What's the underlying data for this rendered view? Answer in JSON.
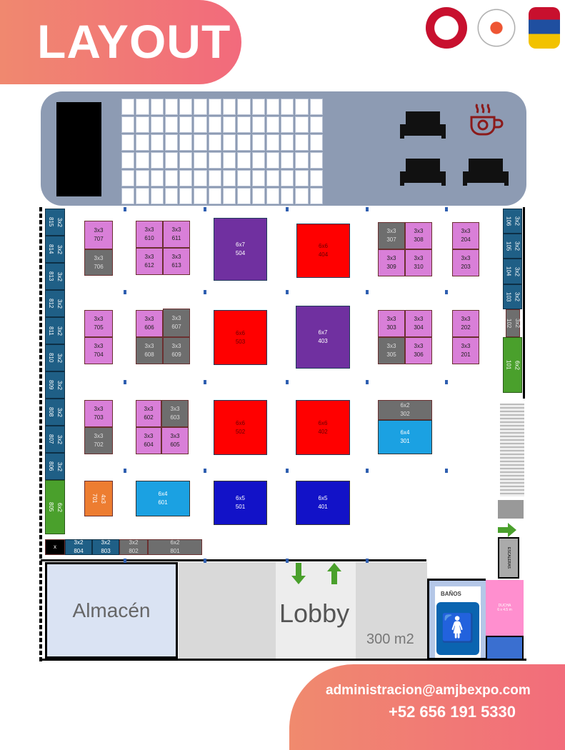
{
  "header": {
    "title": "LAYOUT"
  },
  "logos": [
    "Heroico Cuerpo de Bomberos Ciudad Juárez",
    "Bomberos emblem",
    "Escudo Ciudad Juárez"
  ],
  "colors": {
    "pink": "#d97fd8",
    "gray": "#6e6e6e",
    "purple": "#7030a0",
    "red": "#ff0000",
    "light_blue": "#1ba1e2",
    "dark_blue": "#1212c8",
    "orange": "#ed7d31",
    "green": "#4aa02c",
    "teal": "#1f5f86"
  },
  "booths": [
    {
      "size": "3x2",
      "num": "815"
    },
    {
      "size": "3x2",
      "num": "814"
    },
    {
      "size": "3x2",
      "num": "813"
    },
    {
      "size": "3x2",
      "num": "812"
    },
    {
      "size": "3x2",
      "num": "811"
    },
    {
      "size": "3x2",
      "num": "810"
    },
    {
      "size": "3x2",
      "num": "809"
    },
    {
      "size": "3x2",
      "num": "808"
    },
    {
      "size": "3x2",
      "num": "807"
    },
    {
      "size": "3x2",
      "num": "806"
    },
    {
      "size": "6x2",
      "num": "805"
    },
    {
      "size": "3x2",
      "num": "106"
    },
    {
      "size": "3x2",
      "num": "105"
    },
    {
      "size": "3x2",
      "num": "104"
    },
    {
      "size": "3x2",
      "num": "103"
    },
    {
      "size": "3x2",
      "num": "102"
    },
    {
      "size": "6x2",
      "num": "101"
    },
    {
      "size": "3x3",
      "num": "707"
    },
    {
      "size": "3x3",
      "num": "706"
    },
    {
      "size": "3x3",
      "num": "610"
    },
    {
      "size": "3x3",
      "num": "611"
    },
    {
      "size": "3x3",
      "num": "612"
    },
    {
      "size": "3x3",
      "num": "613"
    },
    {
      "size": "6x7",
      "num": "504"
    },
    {
      "size": "6x6",
      "num": "404"
    },
    {
      "size": "3x3",
      "num": "307"
    },
    {
      "size": "3x3",
      "num": "308"
    },
    {
      "size": "3x3",
      "num": "309"
    },
    {
      "size": "3x3",
      "num": "310"
    },
    {
      "size": "3x3",
      "num": "204"
    },
    {
      "size": "3x3",
      "num": "203"
    },
    {
      "size": "3x3",
      "num": "705"
    },
    {
      "size": "3x3",
      "num": "704"
    },
    {
      "size": "3x3",
      "num": "606"
    },
    {
      "size": "3x3",
      "num": "607"
    },
    {
      "size": "3x3",
      "num": "608"
    },
    {
      "size": "3x3",
      "num": "609"
    },
    {
      "size": "6x6",
      "num": "503"
    },
    {
      "size": "6x7",
      "num": "403"
    },
    {
      "size": "3x3",
      "num": "303"
    },
    {
      "size": "3x3",
      "num": "304"
    },
    {
      "size": "3x3",
      "num": "305"
    },
    {
      "size": "3x3",
      "num": "306"
    },
    {
      "size": "3x3",
      "num": "202"
    },
    {
      "size": "3x3",
      "num": "201"
    },
    {
      "size": "3x3",
      "num": "703"
    },
    {
      "size": "3x3",
      "num": "702"
    },
    {
      "size": "3x3",
      "num": "602"
    },
    {
      "size": "3x3",
      "num": "603"
    },
    {
      "size": "3x3",
      "num": "604"
    },
    {
      "size": "3x3",
      "num": "605"
    },
    {
      "size": "6x6",
      "num": "502"
    },
    {
      "size": "6x6",
      "num": "402"
    },
    {
      "size": "6x2",
      "num": "302"
    },
    {
      "size": "6x4",
      "num": "301"
    },
    {
      "size": "4x3",
      "num": "701"
    },
    {
      "size": "6x4",
      "num": "601"
    },
    {
      "size": "6x5",
      "num": "501"
    },
    {
      "size": "6x5",
      "num": "401"
    },
    {
      "size": "x",
      "num": ""
    },
    {
      "size": "3x2",
      "num": "804"
    },
    {
      "size": "3x2",
      "num": "803"
    },
    {
      "size": "3x2",
      "num": "802"
    },
    {
      "size": "6x2",
      "num": "801"
    }
  ],
  "areas": {
    "almacen": "Almacén",
    "lobby": "Lobby",
    "lobby_area": "300 m2",
    "banos": "BAÑOS",
    "ducha": "DUCHA",
    "ducha_size": "6 x 4.5 m",
    "escaleras": "ESCALERAS"
  },
  "footer": {
    "email": "administracion@amjbexpo.com",
    "phone": "+52 656 191 5330"
  }
}
